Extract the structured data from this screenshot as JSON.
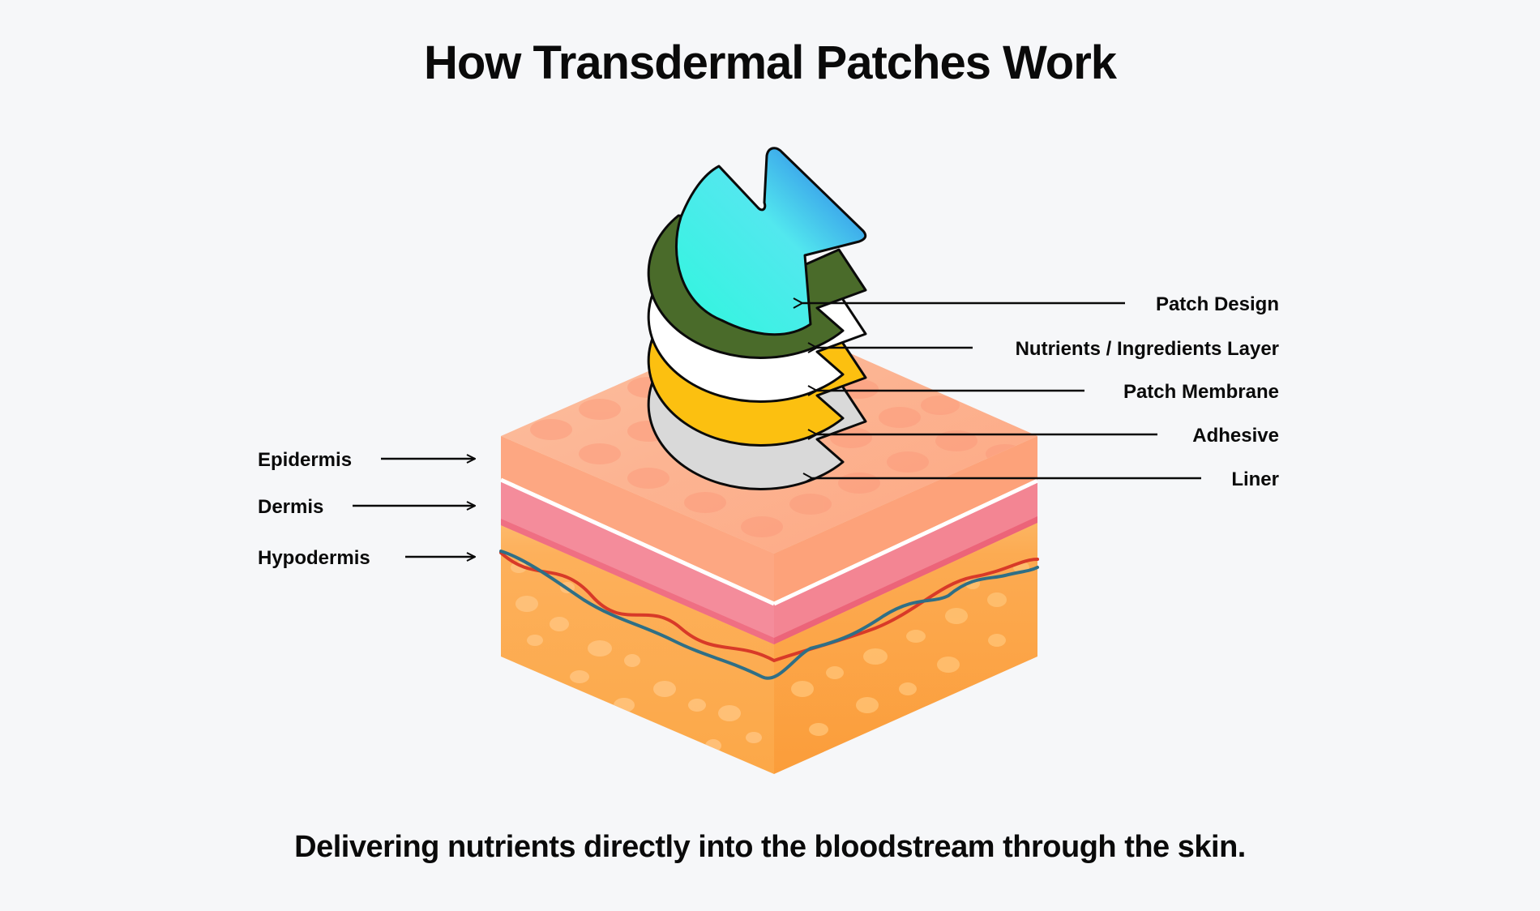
{
  "title": "How Transdermal Patches Work",
  "subtitle": "Delivering nutrients directly into the bloodstream through the skin.",
  "skin_layers": [
    {
      "label": "Epidermis"
    },
    {
      "label": "Dermis"
    },
    {
      "label": "Hypodermis"
    }
  ],
  "patch_layers": [
    {
      "label": "Patch Design",
      "color": "#3ef0e4"
    },
    {
      "label": "Nutrients / Ingredients Layer",
      "color": "#4a6b2a"
    },
    {
      "label": "Patch Membrane",
      "color": "#ffffff"
    },
    {
      "label": "Adhesive",
      "color": "#fcc010"
    },
    {
      "label": "Liner",
      "color": "#d9d9d9"
    }
  ],
  "colors": {
    "epidermis": "#fbb08d",
    "dermis": "#f48c9b",
    "hypodermis": "#fdb35c",
    "artery": "#d83a28",
    "vein": "#2f6f86",
    "background": "#f6f7f9"
  }
}
